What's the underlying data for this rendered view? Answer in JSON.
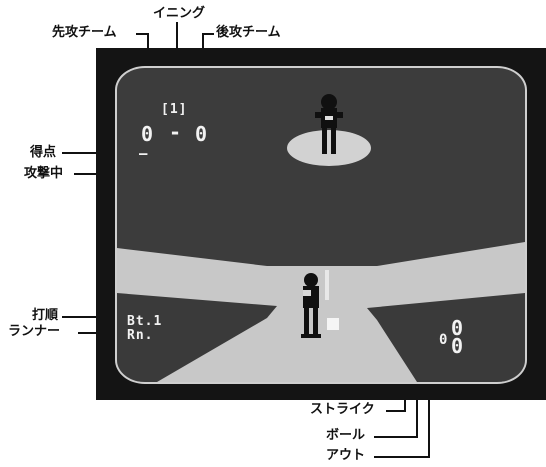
{
  "callouts": {
    "inning": "イニング",
    "visitor_team": "先攻チーム",
    "home_team": "後攻チーム",
    "score": "得点",
    "attacking": "攻撃中",
    "batting_order": "打順",
    "runner": "ランナー",
    "strike": "ストライク",
    "ball": "ボール",
    "out": "アウト"
  },
  "hud": {
    "inning": "[1]",
    "visitor_score": "0",
    "home_score": "0",
    "score_separator": "-",
    "attacking_marker": "—",
    "batter": "Bt.1",
    "runner": "Rn.",
    "strikes": "0",
    "balls": "0",
    "outs": "0"
  },
  "colors": {
    "frame": "#141414",
    "screen": "#3c3c3c",
    "field_light": "#c8c8c8",
    "mound": "#d2d2d2",
    "hud_text": "#f2f2f2"
  }
}
